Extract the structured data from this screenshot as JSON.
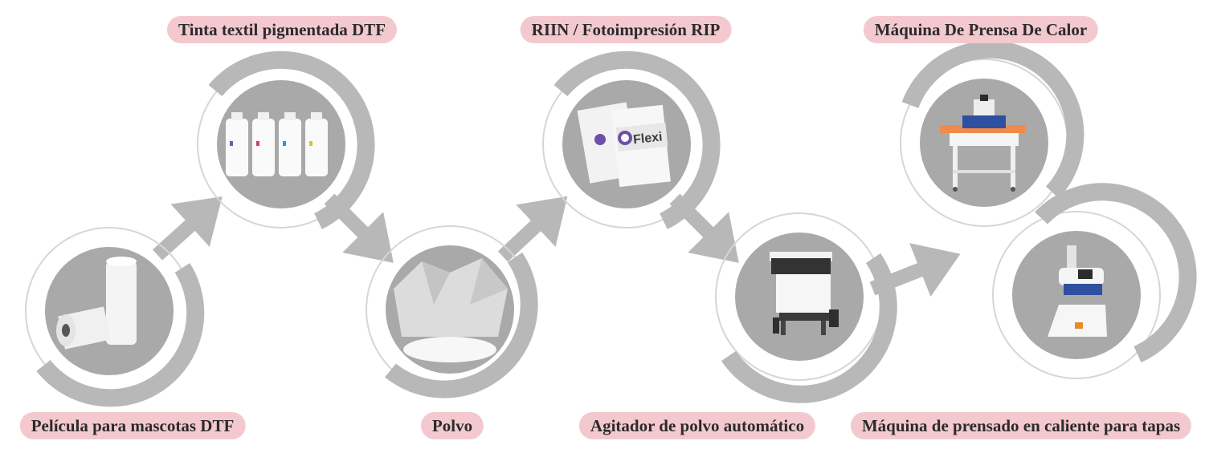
{
  "diagram": {
    "colors": {
      "ring": "#b8b8b8",
      "disc": "#a9a9a9",
      "label_bg": "#f3c9cf",
      "label_text": "#2b2b2b",
      "outline": "#d6d6d6"
    },
    "steps": [
      {
        "id": "pelicula",
        "label": "Película para mascotas DTF",
        "image": "film-rolls"
      },
      {
        "id": "tinta",
        "label": "Tinta textil pigmentada DTF",
        "image": "ink-bottles"
      },
      {
        "id": "polvo",
        "label": "Polvo",
        "image": "powder-bags"
      },
      {
        "id": "rip",
        "label": "RIIN / Fotoimpresión RIP",
        "image": "software-boxes",
        "box_text": "Flexi"
      },
      {
        "id": "agitador",
        "label": "Agitador de polvo automático",
        "image": "dtf-printer"
      },
      {
        "id": "prensa",
        "label": "Máquina De Prensa De Calor",
        "image": "heat-press"
      },
      {
        "id": "tapas",
        "label": "Máquina de prensado en caliente para tapas",
        "image": "cap-press"
      }
    ]
  }
}
